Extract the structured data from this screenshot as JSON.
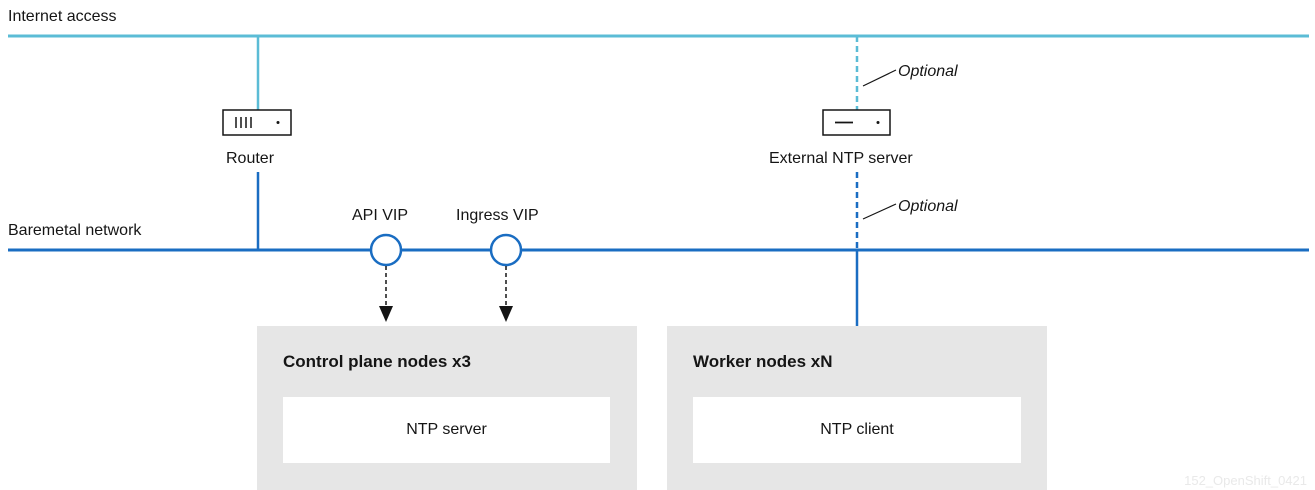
{
  "networks": {
    "internet_label": "Internet access",
    "baremetal_label": "Baremetal network"
  },
  "devices": {
    "router_label": "Router",
    "ntp_server_label": "External NTP server"
  },
  "optional_labels": {
    "upper": "Optional",
    "lower": "Optional"
  },
  "vips": {
    "api_label": "API VIP",
    "ingress_label": "Ingress VIP"
  },
  "control_plane": {
    "title": "Control plane nodes  x3",
    "inner_label": "NTP server"
  },
  "workers": {
    "title": "Worker nodes  xN",
    "inner_label": "NTP client"
  },
  "watermark": "152_OpenShift_0421",
  "colors": {
    "internet_line": "#5bbcd6",
    "baremetal_line": "#1a6dc2",
    "node_box": "#e6e6e6",
    "arrow": "#151515"
  }
}
